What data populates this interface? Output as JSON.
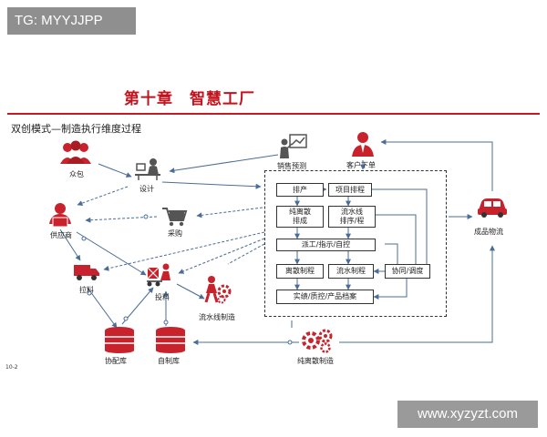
{
  "tag": "TG: MYYJJPP",
  "title": "第十章　智慧工厂",
  "subtitle": "双创模式—制造执行维度过程",
  "nodes": {
    "crowdsource": "众包",
    "design": "设计",
    "sales_forecast": "销售预测",
    "customer_order": "客户下单",
    "supplier": "供应商",
    "purchase": "采购",
    "finished_logistics": "成品物流",
    "pull_material": "拉料",
    "feed_material": "投料",
    "line_manufacturing": "流水线制造",
    "co_warehouse": "协配库",
    "self_warehouse": "自制库",
    "discrete_manufacturing": "纯离散制造"
  },
  "process": {
    "scheduling": "排产",
    "project_scheduling": "项目排程",
    "discrete_line1": "纯离散",
    "discrete_line2": "排成",
    "flow_line1": "流水线",
    "flow_line2": "排序/程",
    "dispatch": "派工/指示/自控",
    "discrete_process": "离散制程",
    "flow_process": "流水制程",
    "coordination": "协同/调度",
    "quality": "实绩/质控/产品档案"
  },
  "page_number": "10-2",
  "watermark": "www.xyzyzt.com",
  "colors": {
    "accent": "#c4121c",
    "icon_red": "#c8232c",
    "arrow_blue": "#4a6d96",
    "icon_gray": "#555555"
  }
}
